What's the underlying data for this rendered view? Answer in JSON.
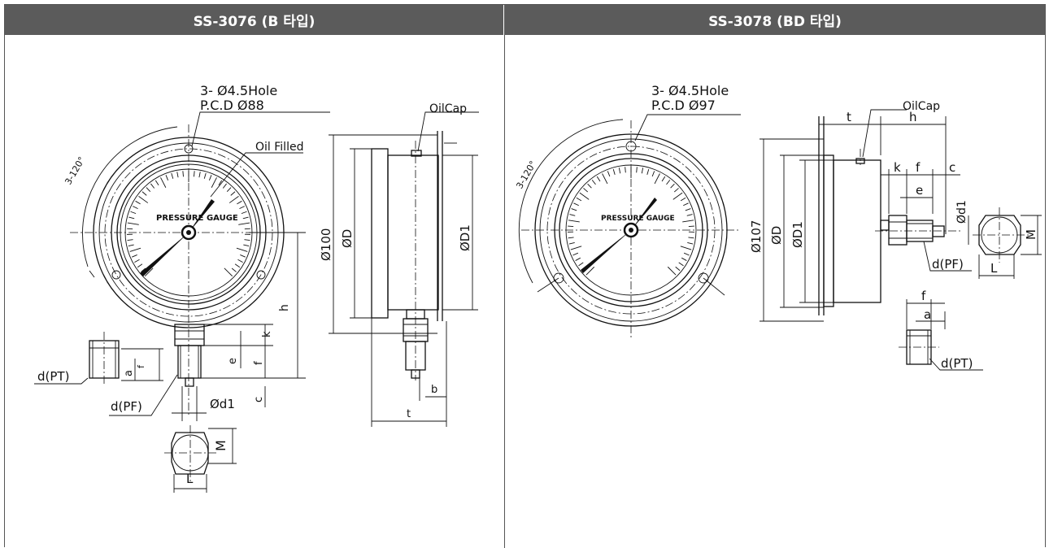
{
  "models": [
    {
      "header": "SS-3076 (B 타입)",
      "labels": {
        "hole": "3- Ø4.5Hole",
        "pcd": "P.C.D Ø88",
        "oil_filled": "Oil Filled",
        "oilcap": "OilCap",
        "angle": "3-120°",
        "face": "PRESSURE GAUGE",
        "d100": "Ø100",
        "dD": "ØD",
        "dD1": "ØD1",
        "h": "h",
        "k": "k",
        "e": "e",
        "f": "f",
        "c": "c",
        "a": "a",
        "b": "b",
        "t": "t",
        "d_pt": "d(PT)",
        "d_pf": "d(PF)",
        "dd1": "Ød1",
        "M": "M",
        "L": "L"
      }
    },
    {
      "header": "SS-3078 (BD 타입)",
      "labels": {
        "hole": "3- Ø4.5Hole",
        "pcd": "P.C.D Ø97",
        "oilcap": "OilCap",
        "angle": "3-120°",
        "face": "PRESSURE GAUGE",
        "d107": "Ø107",
        "dD": "ØD",
        "dD1": "ØD1",
        "t": "t",
        "h": "h",
        "k": "k",
        "f": "f",
        "c": "c",
        "e": "e",
        "dd1": "Ød1",
        "M": "M",
        "L": "L",
        "d_pf": "d(PF)",
        "a": "a",
        "d_pt": "d(PT)"
      }
    }
  ]
}
